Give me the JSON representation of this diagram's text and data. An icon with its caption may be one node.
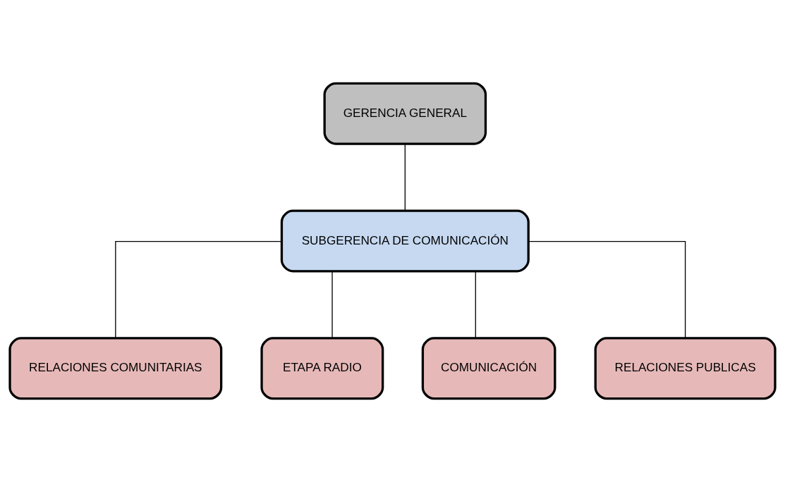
{
  "diagram": {
    "nodes": [
      {
        "text": [
          "GERENCIA GENERAL"
        ]
      },
      {
        "text": [
          "SUBGERENCIA DE COMUNICACIÓN"
        ]
      },
      {
        "text": [
          "RELACIONES COMUNITARIAS"
        ]
      },
      {
        "text": [
          "ETAPA RADIO"
        ]
      },
      {
        "text": [
          "COMUNICACIÓN"
        ]
      },
      {
        "text": [
          "RELACIONES PUBLICAS"
        ]
      }
    ],
    "edges": [
      {
        "from": 0,
        "to": 1,
        "arrow": "none"
      },
      {
        "from": 1,
        "to": 2,
        "arrow": "none"
      },
      {
        "from": 1,
        "to": 3,
        "arrow": "none"
      },
      {
        "from": 1,
        "to": 4,
        "arrow": "none"
      },
      {
        "from": 1,
        "to": 5,
        "arrow": "none"
      }
    ]
  }
}
